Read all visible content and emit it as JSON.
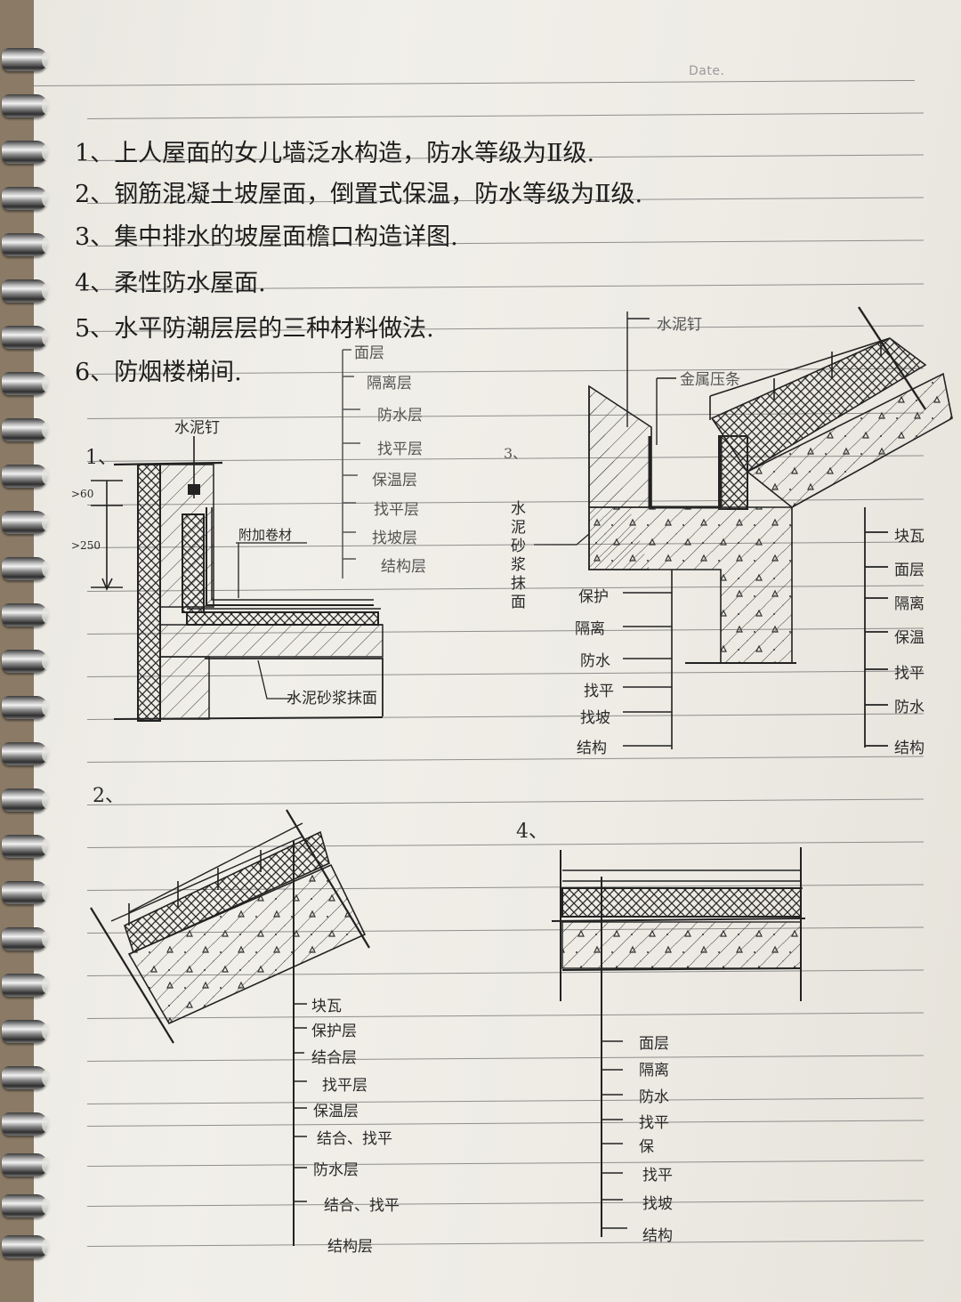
{
  "header": {
    "date_label": "Date."
  },
  "questions": [
    {
      "num": "1、",
      "text": "上人屋面的女儿墙泛水构造，防水等级为Ⅱ级."
    },
    {
      "num": "2、",
      "text": "钢筋混凝土坡屋面，倒置式保温，防水等级为Ⅱ级."
    },
    {
      "num": "3、",
      "text": "集中排水的坡屋面檐口构造详图."
    },
    {
      "num": "4、",
      "text": "柔性防水屋面."
    },
    {
      "num": "5、",
      "text": "水平防潮层层的三种材料做法."
    },
    {
      "num": "6、",
      "text": "防烟楼梯间."
    }
  ],
  "diagram1": {
    "number": "1、",
    "nail_label": "水泥钉",
    "dim_top": ">60",
    "dim_bottom": ">250",
    "extra_membrane_label": "附加卷材",
    "mortar_label": "水泥砂浆抹面",
    "layers": [
      "面层",
      "隔离层",
      "防水层",
      "找平层",
      "保温层",
      "找平层",
      "找坡层",
      "结构层"
    ]
  },
  "diagram2": {
    "number": "2、",
    "layers": [
      "块瓦",
      "保护层",
      "结合层",
      "找平层",
      "保温层",
      "结合、找平",
      "防水层",
      "结合、找平",
      "结构层"
    ]
  },
  "diagram3": {
    "number": "3、",
    "nail_label": "水泥钉",
    "metal_strip_label": "金属压条",
    "mortar_label": "水泥砂浆抹面",
    "left_layers": [
      "保护",
      "隔离",
      "防水",
      "找平",
      "找坡",
      "结构"
    ],
    "right_layers": [
      "块瓦",
      "面层",
      "隔离",
      "保温",
      "找平",
      "防水",
      "结构"
    ]
  },
  "diagram4": {
    "number": "4、",
    "layers": [
      "面层",
      "隔离",
      "防水",
      "找平",
      "保",
      "找平",
      "找坡",
      "结构"
    ]
  },
  "colors": {
    "ink": "#1e1e1e",
    "pencil": "#555555",
    "paper": "#eeece5",
    "rule": "#6f6f6f"
  }
}
